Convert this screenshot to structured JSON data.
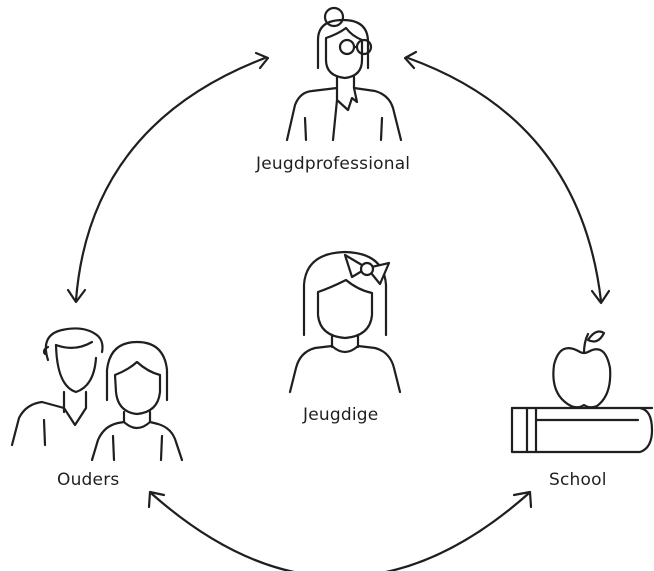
{
  "nodes": {
    "top": {
      "label": "Jeugdprofessional",
      "icon": "professional-woman-icon"
    },
    "center": {
      "label": "Jeugdige",
      "icon": "girl-with-bow-icon"
    },
    "left": {
      "label": "Ouders",
      "icon": "parents-icon"
    },
    "right": {
      "label": "School",
      "icon": "apple-on-book-icon"
    }
  },
  "style": {
    "ink": "#1f1f1f",
    "background": "#ffffff"
  }
}
